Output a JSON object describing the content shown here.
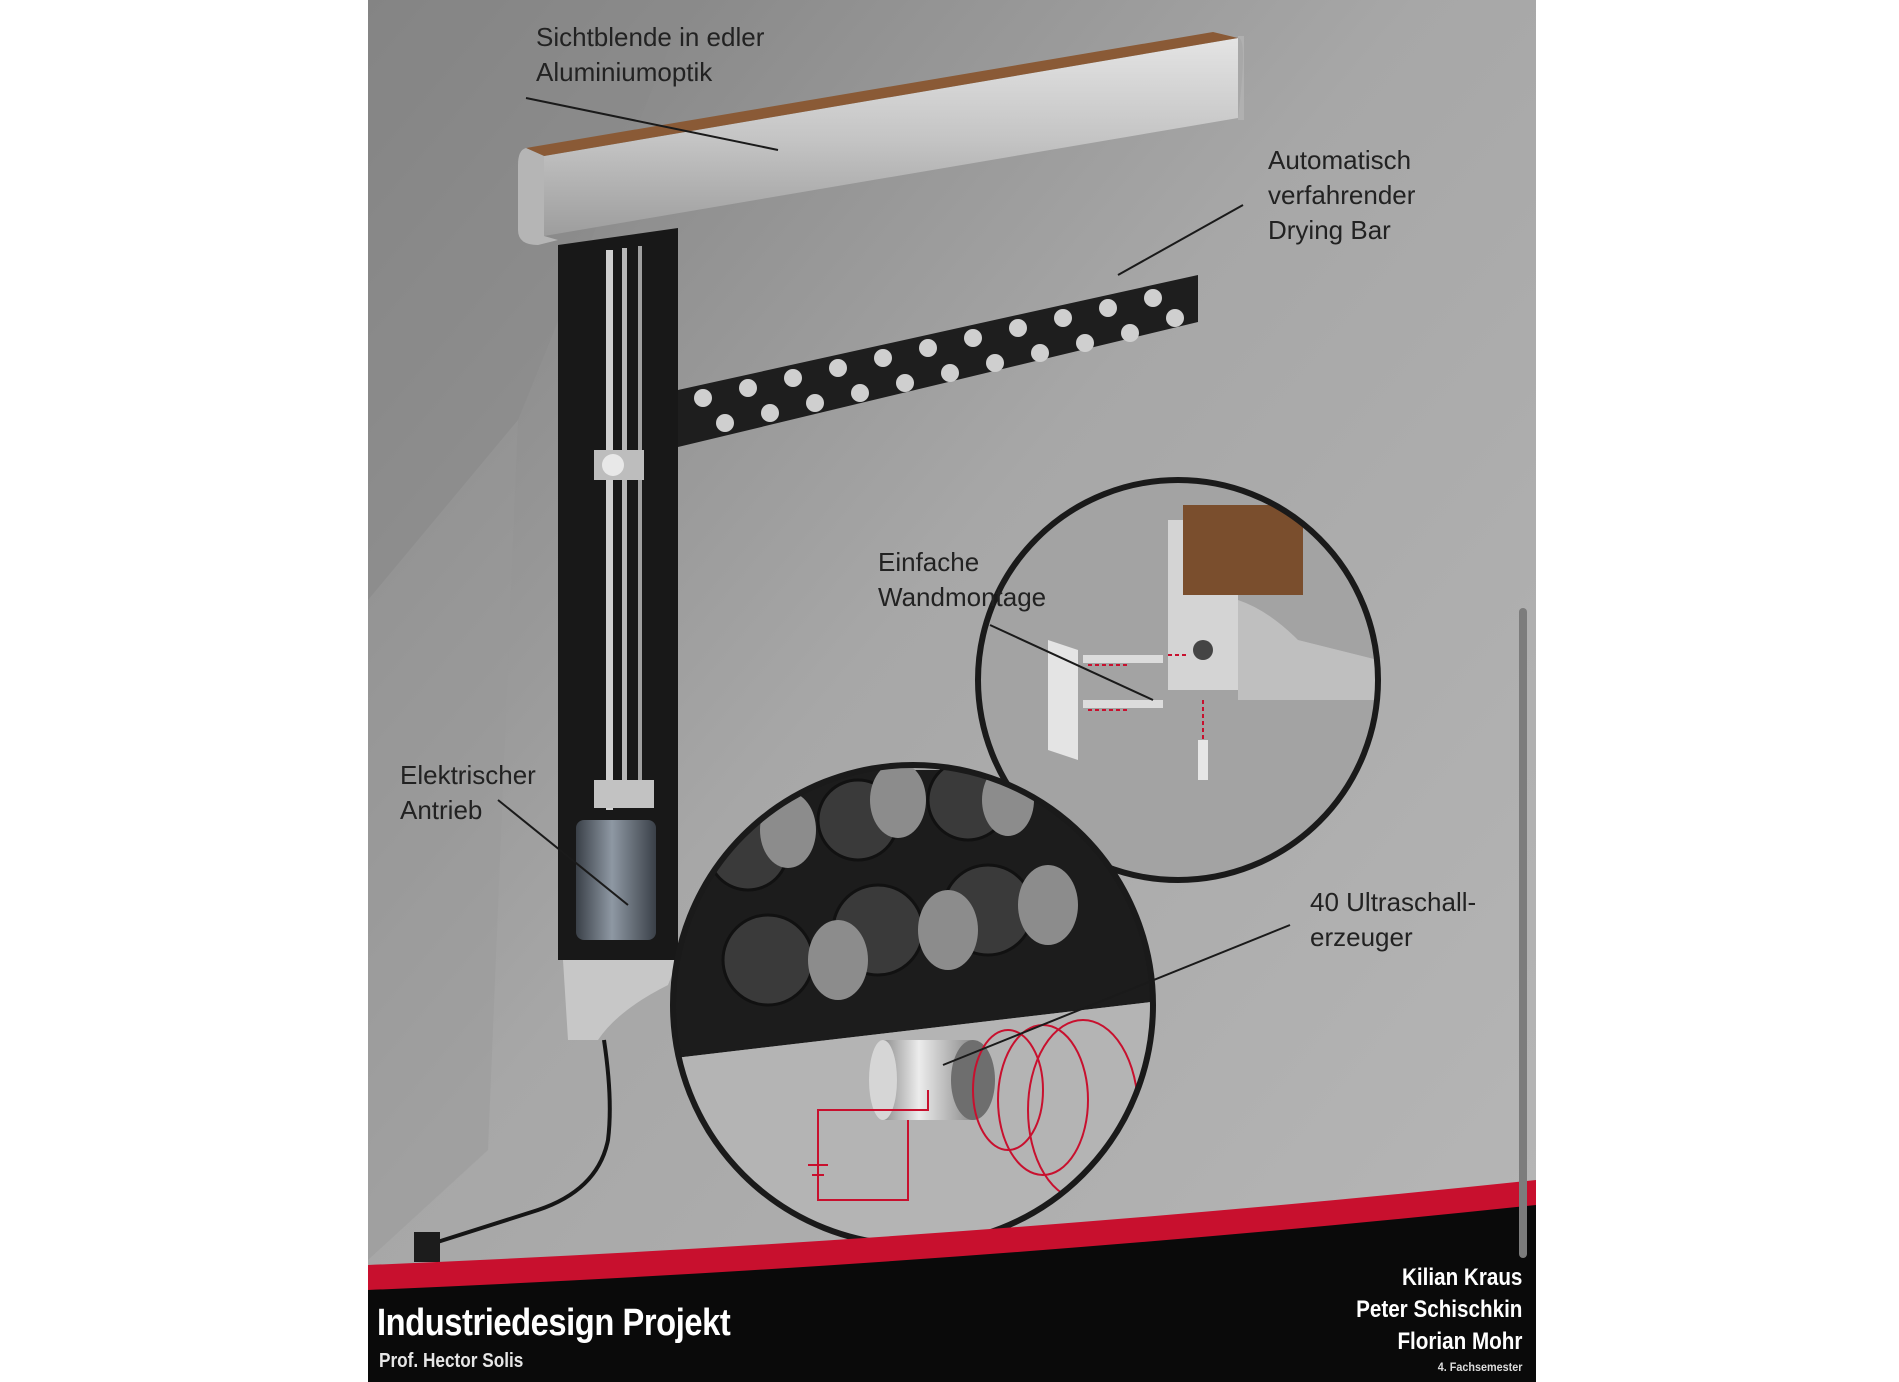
{
  "labels": {
    "sichtblende": [
      "Sichtblende in edler",
      "Aluminiumoptik"
    ],
    "drying_bar": [
      "Automatisch",
      "verfahrender",
      "Drying Bar"
    ],
    "wandmontage": [
      "Einfache",
      "Wandmontage"
    ],
    "antrieb": [
      "Elektrischer",
      "Antrieb"
    ],
    "ultraschall": [
      "40 Ultraschall-",
      "erzeuger"
    ]
  },
  "footer": {
    "title": "Industriedesign Projekt",
    "professor": "Prof. Hector Solis",
    "authors": [
      "Kilian Kraus",
      "Peter Schischkin",
      "Florian Mohr"
    ],
    "semester": "4. Fachsemester"
  },
  "colors": {
    "background": "#a9a9a9",
    "footer": "#0a0a0a",
    "accent_red": "#c8102e",
    "aluminium": "#c9c9c9",
    "wood": "#8a5a36",
    "frame": "#1b1b1b"
  }
}
